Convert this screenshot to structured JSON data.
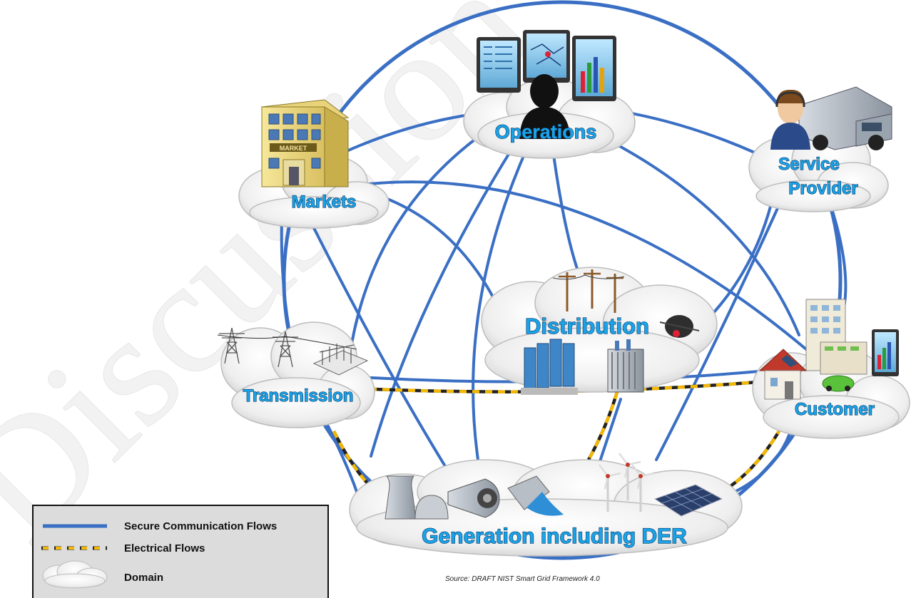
{
  "watermark": "Discussion",
  "domains": {
    "operations": "Operations",
    "markets": "Markets",
    "service_provider_line1": "Service",
    "service_provider_line2": "Provider",
    "distribution": "Distribution",
    "transmission": "Transmission",
    "customer": "Customer",
    "generation": "Generation including DER"
  },
  "building_sign": "MARKET",
  "legend": {
    "secure_communication": "Secure Communication Flows",
    "electrical": "Electrical Flows",
    "domain": "Domain"
  },
  "source": "Source:  DRAFT NIST Smart Grid Framework 4.0",
  "colors": {
    "communication_line": "#3a6fc4",
    "electrical_dash": "#f2b705",
    "label_fill": "#1aa3e8",
    "label_outline": "#0b3a66",
    "cloud_fill": "#f2f2f2"
  }
}
